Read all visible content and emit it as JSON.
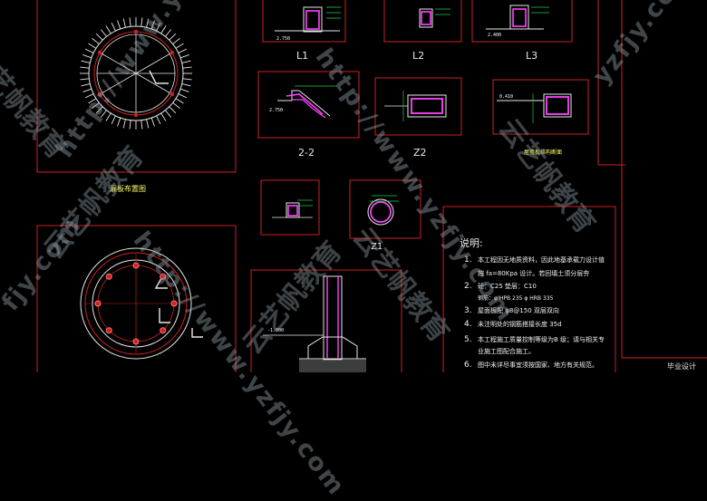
{
  "drawing": {
    "colors": {
      "background": "#000000",
      "frame": "#cc2222",
      "outline": "#e8e8e8",
      "rebar": "#ff44ff",
      "hatch": "#22cc44",
      "label": "#ffff66"
    },
    "section_labels": {
      "l1": "L1",
      "l2": "L2",
      "l3": "L3",
      "s22": "2-2",
      "z2": "Z2",
      "z1": "Z1"
    },
    "titles": {
      "plate_layout": "漏板布置图",
      "roof_beam": "屋檐板结构断面"
    },
    "dims": {
      "d1": "2.750",
      "d2": "2.400",
      "d3": "2.750",
      "d4": "0.410",
      "d5": "-1.000"
    },
    "notes": {
      "heading": "说明:",
      "n1a": "本工程因无地质资料，因此地基承载力设计值",
      "n1b": "按 fa=80Kpa         设计。若回填土须分层夯",
      "n2": "砼：C25 垫层：C10",
      "n2b": "钢筋：φ HPB 235    φ HRB 335",
      "n3": "屋面板配 φ8@150         双层双向",
      "n4": "未注明处的钢筋搭接长度 35d",
      "n5a": "本工程施工质量控制等级为B  级；请与相关专",
      "n5b": "业施工图配合施工。",
      "n6": "图中未详尽事宜须按国家、地方有关规范。",
      "nums": [
        "1.",
        "2.",
        "3.",
        "4.",
        "5.",
        "6."
      ]
    },
    "title_block": {
      "corner": "毕业设计"
    }
  },
  "watermark": {
    "url_lines": [
      "http://www.yzfjy.com",
      "http://www.yzfjy.com",
      "http://www.yzfjy.com",
      "yzfjy.com",
      "fjy.com"
    ],
    "brand": "云艺帆教育"
  }
}
